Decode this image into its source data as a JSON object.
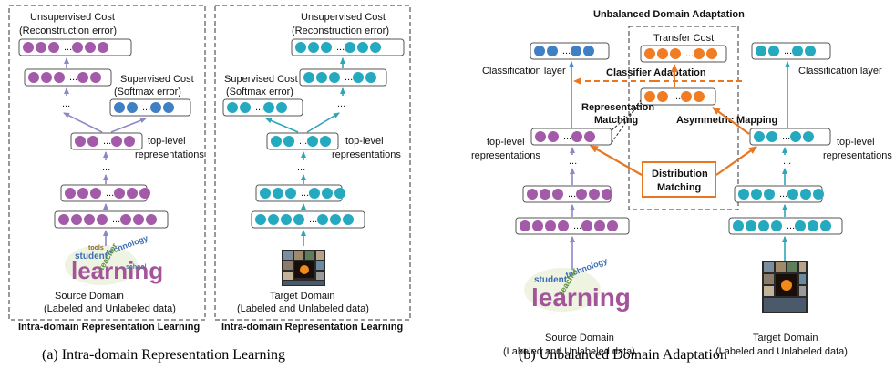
{
  "colors": {
    "source_node": "#a35aa8",
    "target_node": "#25a9bf",
    "classifier_node": "#3f7fc4",
    "transfer_node": "#f07c24",
    "arrow_purple": "#8e87c6",
    "arrow_teal": "#2fa6b7",
    "arrow_orange": "#e97722",
    "arrow_blue": "#4a8bd0"
  },
  "panel_a": {
    "left": {
      "unsupervised_cost": "Unsupervised Cost",
      "reconstruction_error": "(Reconstruction error)",
      "supervised_cost": "Supervised Cost",
      "softmax_error": "(Softmax error)",
      "top_level_1": "top-level",
      "top_level_2": "representations",
      "domain": "Source Domain",
      "domain_data": "(Labeled and Unlabeled data)",
      "footer": "Intra-domain Representation Learning",
      "wordcloud_main": "learning",
      "wordcloud_words": [
        "student",
        "technology",
        "teacher",
        "tools",
        "school"
      ]
    },
    "right": {
      "unsupervised_cost": "Unsupervised Cost",
      "reconstruction_error": "(Reconstruction error)",
      "supervised_cost": "Supervised Cost",
      "softmax_error": "(Softmax error)",
      "top_level_1": "top-level",
      "top_level_2": "representations",
      "domain": "Target Domain",
      "domain_data": "(Labeled and Unlabeled data)",
      "footer": "Intra-domain Representation Learning"
    },
    "caption": "(a) Intra-domain Representation Learning"
  },
  "panel_b": {
    "title": "Unbalanced Domain Adaptation",
    "transfer_cost": "Transfer Cost",
    "classifier_adaptation": "Classifier Adaptation",
    "representation_matching_1": "Representation",
    "representation_matching_2": "Matching",
    "asymmetric_mapping": "Asymmetric Mapping",
    "distribution_matching_1": "Distribution",
    "distribution_matching_2": "Matching",
    "classification_layer_left": "Classification layer",
    "classification_layer_right": "Classification layer",
    "top_level_left_1": "top-level",
    "top_level_left_2": "representations",
    "top_level_right_1": "top-level",
    "top_level_right_2": "representations",
    "source_domain": "Source Domain",
    "source_data": "(Labeled and Unlabeled data)",
    "target_domain": "Target Domain",
    "target_data": "(Labeled and Unlabeled data)",
    "caption": "(b) Unbalanced Domain Adaptation"
  },
  "ellipsis": "..."
}
